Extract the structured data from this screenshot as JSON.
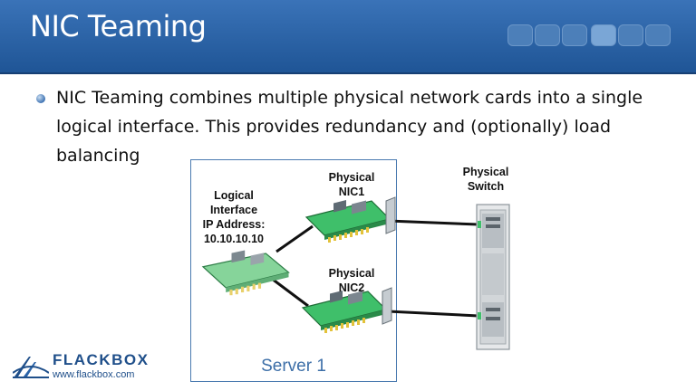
{
  "slide": {
    "title": "NIC Teaming",
    "bullet_line1": "NIC Teaming combines multiple physical network cards into a single",
    "bullet_line2": "logical interface. This provides redundancy and (optionally) load balancing"
  },
  "diagram": {
    "logical_line1": "Logical",
    "logical_line2": "Interface",
    "logical_line3": "IP Address:",
    "logical_line4": "10.10.10.10",
    "nic1_line1": "Physical",
    "nic1_line2": "NIC1",
    "nic2_line1": "Physical",
    "nic2_line2": "NIC2",
    "switch_line1": "Physical",
    "switch_line2": "Switch",
    "server_label": "Server 1"
  },
  "logo": {
    "brand": "FLACKBOX",
    "url": "www.flackbox.com"
  },
  "colors": {
    "header": "#2a63a8",
    "nic_board": "#3fbf6a",
    "server_border": "#4a7ab0",
    "server_label": "#3d6fa8"
  }
}
